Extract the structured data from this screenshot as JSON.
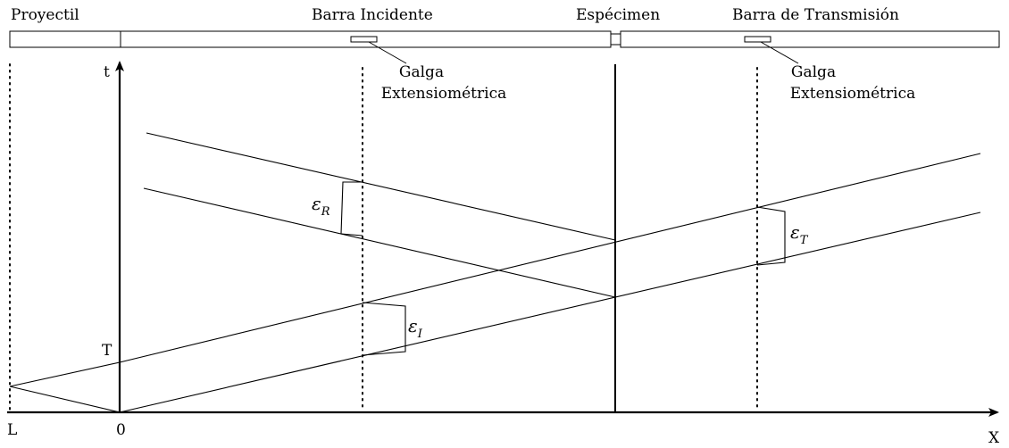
{
  "labels": {
    "projectile": "Proyectil",
    "incident_bar": "Barra Incidente",
    "specimen": "Espécimen",
    "transmission_bar": "Barra de Transmisión",
    "gauge_incident_line1": "Galga",
    "gauge_incident_line2": "Extensiométrica",
    "gauge_transmission_line1": "Galga",
    "gauge_transmission_line2": "Extensiométrica"
  },
  "axes": {
    "t": "t",
    "x": "X",
    "T": "T",
    "L": "L",
    "zero": "0"
  },
  "strains": {
    "reflected_base": "ε",
    "reflected_sub": "R",
    "incident_base": "ε",
    "incident_sub": "I",
    "transmitted_base": "ε",
    "transmitted_sub": "T"
  }
}
